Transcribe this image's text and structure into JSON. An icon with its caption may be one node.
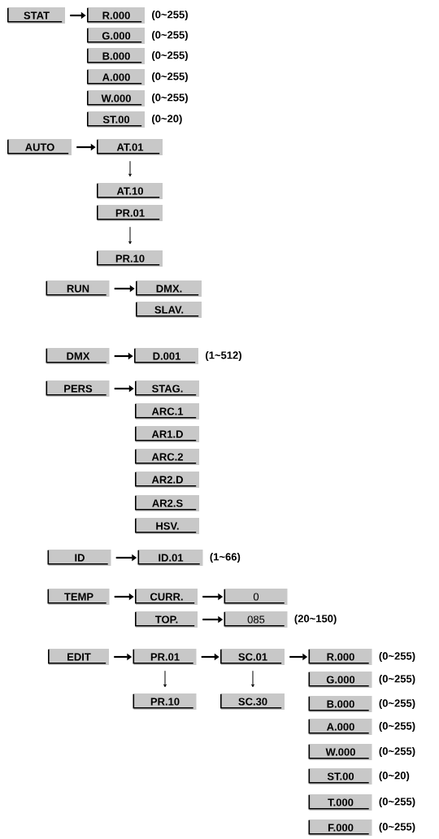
{
  "diagram": {
    "nodes": [
      {
        "text": [
          "STAT"
        ]
      },
      {
        "text": [
          "R.000"
        ],
        "beside": [
          "(0~255)"
        ]
      },
      {
        "text": [
          "G.000"
        ],
        "beside": [
          "(0~255)"
        ]
      },
      {
        "text": [
          "B.000"
        ],
        "beside": [
          "(0~255)"
        ]
      },
      {
        "text": [
          "A.000"
        ],
        "beside": [
          "(0~255)"
        ]
      },
      {
        "text": [
          "W.000"
        ],
        "beside": [
          "(0~255)"
        ]
      },
      {
        "text": [
          "ST.00"
        ],
        "beside": [
          "(0~20)"
        ]
      },
      {
        "text": [
          "AUTO"
        ]
      },
      {
        "text": [
          "AT.01"
        ]
      },
      {
        "text": [
          "AT.10"
        ]
      },
      {
        "text": [
          "PR.01"
        ]
      },
      {
        "text": [
          "PR.10"
        ]
      },
      {
        "text": [
          "RUN"
        ]
      },
      {
        "text": [
          "DMX."
        ]
      },
      {
        "text": [
          "SLAV."
        ]
      },
      {
        "text": [
          "DMX"
        ]
      },
      {
        "text": [
          "D.001"
        ],
        "beside": [
          "(1~512)"
        ]
      },
      {
        "text": [
          "PERS"
        ]
      },
      {
        "text": [
          "STAG."
        ]
      },
      {
        "text": [
          "ARC.1"
        ]
      },
      {
        "text": [
          "AR1.D"
        ]
      },
      {
        "text": [
          "ARC.2"
        ]
      },
      {
        "text": [
          "AR2.D"
        ]
      },
      {
        "text": [
          "AR2.S"
        ]
      },
      {
        "text": [
          "HSV."
        ]
      },
      {
        "text": [
          "ID"
        ]
      },
      {
        "text": [
          "ID.01"
        ],
        "beside": [
          "(1~66)"
        ]
      },
      {
        "text": [
          "TEMP"
        ]
      },
      {
        "text": [
          "CURR."
        ]
      },
      {
        "text": [
          "0"
        ]
      },
      {
        "text": [
          "TOP."
        ]
      },
      {
        "text": [
          "085"
        ],
        "beside": [
          "(20~150)"
        ]
      },
      {
        "text": [
          "EDIT"
        ]
      },
      {
        "text": [
          "PR.01"
        ]
      },
      {
        "text": [
          "PR.10"
        ]
      },
      {
        "text": [
          "SC.01"
        ]
      },
      {
        "text": [
          "SC.30"
        ]
      },
      {
        "text": [
          "R.000"
        ],
        "beside": [
          "(0~255)"
        ]
      },
      {
        "text": [
          "G.000"
        ],
        "beside": [
          "(0~255)"
        ]
      },
      {
        "text": [
          "B.000"
        ],
        "beside": [
          "(0~255)"
        ]
      },
      {
        "text": [
          "A.000"
        ],
        "beside": [
          "(0~255)"
        ]
      },
      {
        "text": [
          "W.000"
        ],
        "beside": [
          "(0~255)"
        ]
      },
      {
        "text": [
          "ST.00"
        ],
        "beside": [
          "(0~20)"
        ]
      },
      {
        "text": [
          "T.000"
        ],
        "beside": [
          "(0~255)"
        ]
      },
      {
        "text": [
          "F.000"
        ],
        "beside": [
          "(0~255)"
        ]
      }
    ],
    "edges": [
      {
        "from": 0,
        "to": 1,
        "arrow": "to"
      },
      {
        "from": 7,
        "to": 8,
        "arrow": "to"
      },
      {
        "from": 8,
        "to": 9,
        "arrow": "to"
      },
      {
        "from": 10,
        "to": 11,
        "arrow": "to"
      },
      {
        "from": 12,
        "to": 13,
        "arrow": "to"
      },
      {
        "from": 15,
        "to": 16,
        "arrow": "to"
      },
      {
        "from": 17,
        "to": 18,
        "arrow": "to"
      },
      {
        "from": 25,
        "to": 26,
        "arrow": "to"
      },
      {
        "from": 27,
        "to": 28,
        "arrow": "to"
      },
      {
        "from": 28,
        "to": 29,
        "arrow": "to"
      },
      {
        "from": 30,
        "to": 31,
        "arrow": "to"
      },
      {
        "from": 32,
        "to": 33,
        "arrow": "to"
      },
      {
        "from": 33,
        "to": 34,
        "arrow": "to"
      },
      {
        "from": 33,
        "to": 35,
        "arrow": "to"
      },
      {
        "from": 35,
        "to": 36,
        "arrow": "to"
      },
      {
        "from": 35,
        "to": 37,
        "arrow": "to"
      }
    ]
  }
}
